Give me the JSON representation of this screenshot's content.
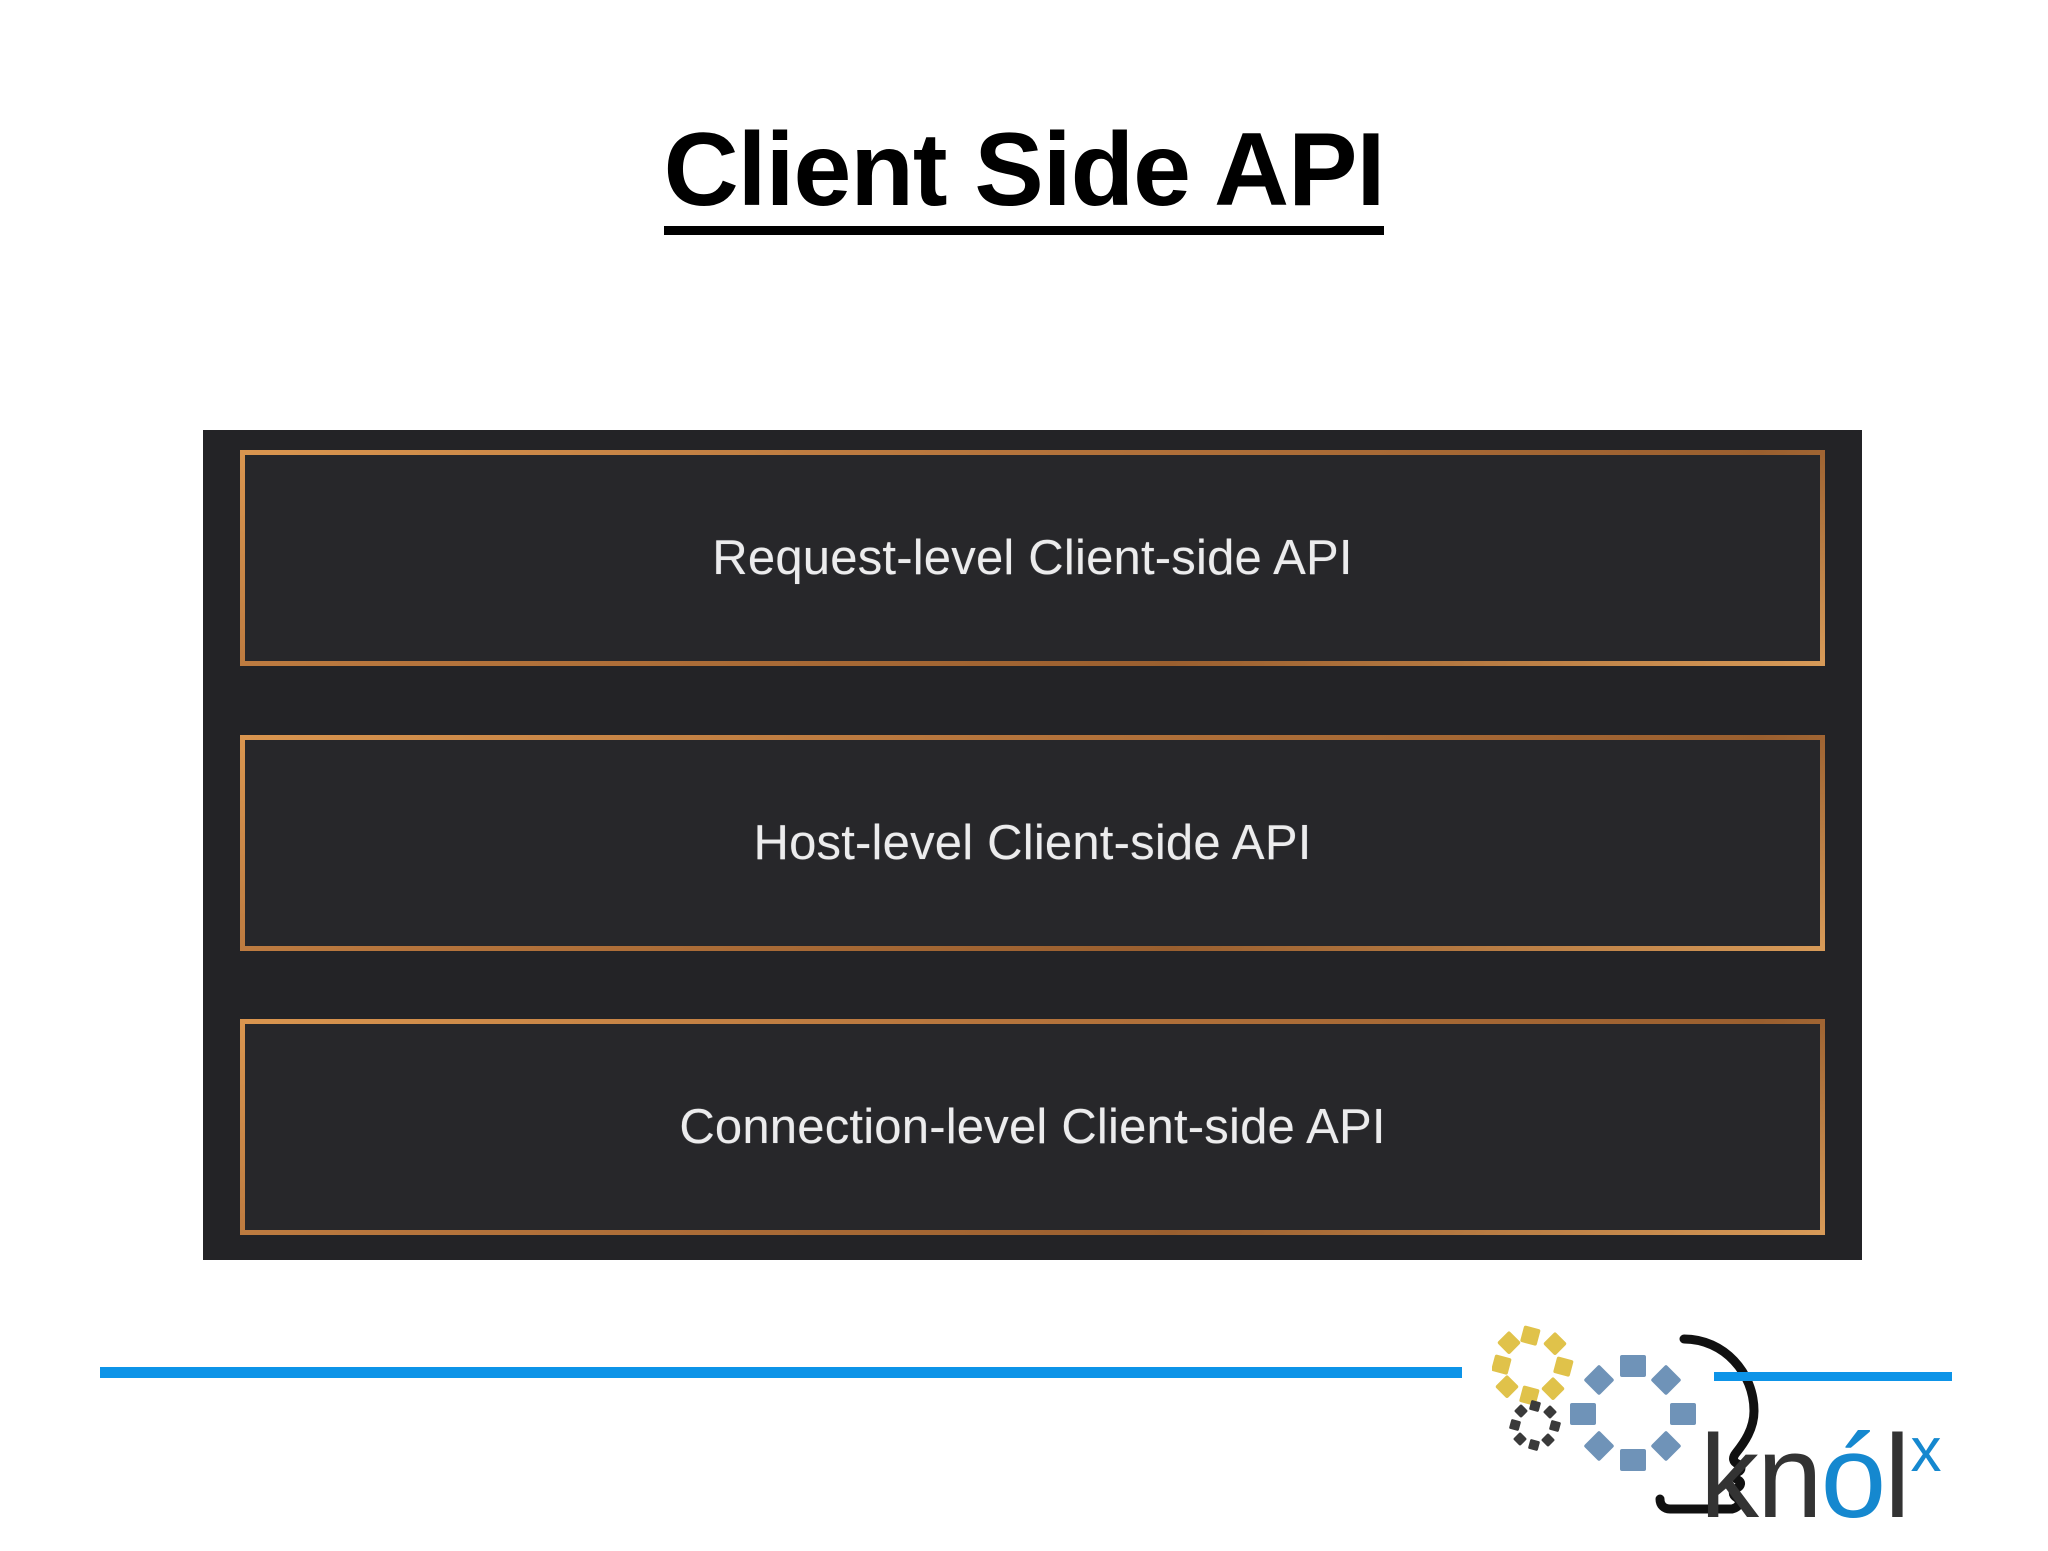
{
  "slide": {
    "title": "Client Side API",
    "title_style": "bold-underlined"
  },
  "diagram": {
    "panel_background": "#232326",
    "box_background": "#27272a",
    "box_border_color": "#b5743c",
    "box_text_color": "#ececed",
    "layers": [
      {
        "label": "Request-level Client-side API"
      },
      {
        "label": "Host-level Client-side API"
      },
      {
        "label": "Connection-level Client-side API"
      }
    ]
  },
  "footer": {
    "rule_color": "#0d94e8",
    "logo": {
      "name": "knolx-logo",
      "wordmark": {
        "k": "k",
        "n": "n",
        "o": "ó",
        "l": "l",
        "x": "x"
      },
      "colors": {
        "dark": "#333333",
        "blue": "#1588cf",
        "rule": "#0d94e8",
        "gear_yellow": "#e0c24a",
        "gear_steel": "#6f93b8",
        "gear_dark": "#3a3a3a",
        "head_outline": "#111111"
      }
    }
  }
}
